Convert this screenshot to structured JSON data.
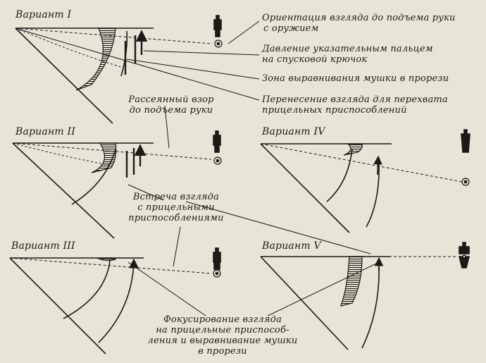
{
  "variants": {
    "v1": "Вариант I",
    "v2": "Вариант II",
    "v3": "Вариант III",
    "v4": "Вариант IV",
    "v5": "Вариант V"
  },
  "labels": {
    "orientation": [
      "Ориентация взгляда до подъема руки",
      "с оружием"
    ],
    "trigger": [
      "Давление указательным пальцем",
      "на спусковой крючок"
    ],
    "alignment": [
      "Зона выравнивания мушки в прорези"
    ],
    "transfer": [
      "Перенесение взгляда для перехвата",
      "прицельных приспособлений"
    ],
    "scattered": [
      "Рассеянный взор",
      "до подъема руки"
    ],
    "meeting": [
      "Встреча взгляда",
      "с прицельными",
      "приспособлениями"
    ],
    "focusing": [
      "Фокусирование взгляда",
      "на прицельные приспособ-",
      "ления и выравнивание мушки",
      "в прорези"
    ]
  },
  "colors": {
    "ink": "#1c1a17",
    "paper": "#e9e4d8"
  }
}
